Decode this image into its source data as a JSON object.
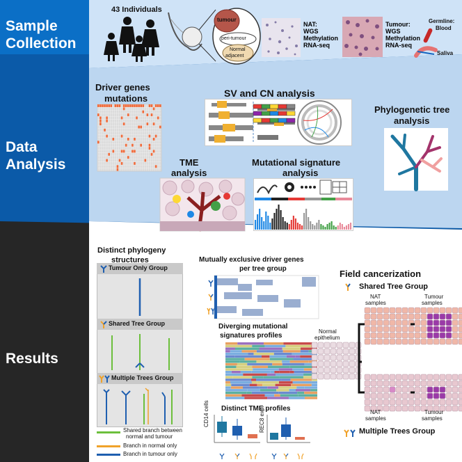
{
  "sections": {
    "sample_collection": {
      "line1": "Sample",
      "line2": "Collection"
    },
    "data_analysis": {
      "line1": "Data",
      "line2": "Analysis"
    },
    "results": {
      "line1": "Results"
    }
  },
  "colors": {
    "sample_bg": "#0b6fc6",
    "analysis_bg": "#0b5aa8",
    "results_bg": "#262626",
    "panel_light": "#b9d4ef",
    "panel_mid": "#cfe0f3",
    "shared_branch": "#6cbf3c",
    "normal_branch": "#f0a22a",
    "tumour_branch": "#1f5fb0"
  },
  "sample": {
    "individuals": "43 Individuals",
    "tumour": "tumour",
    "peri_tumour": "peri-tumour",
    "normal_adjacent_1": "Normal",
    "normal_adjacent_2": "adjacent",
    "nat_list": [
      "NAT:",
      "WGS",
      "Methylation",
      "RNA-seq"
    ],
    "tumour_list": [
      "Tumour:",
      "WGS",
      "Methylation",
      "RNA-seq"
    ],
    "germline_1": "Germline:",
    "germline_2": "Blood",
    "saliva": "Saliva"
  },
  "analysis": {
    "driver_1": "Driver genes",
    "driver_2": "mutations",
    "sv_cn": "SV and CN analysis",
    "phylo_1": "Phylogenetic tree",
    "phylo_2": "analysis",
    "tme_1": "TME",
    "tme_2": "analysis",
    "mutsig_1": "Mutational signature",
    "mutsig_2": "analysis"
  },
  "results": {
    "phylogeny_title_1": "Distinct phylogeny",
    "phylogeny_title_2": "structures",
    "tumour_only_group": "Tumour Only Group",
    "shared_tree_group": "Shared Tree Group",
    "multiple_trees_group": "Multiple Trees Group",
    "legend": [
      {
        "label_1": "Shared branch between",
        "label_2": "normal and tumour",
        "color": "#6cbf3c"
      },
      {
        "label_1": "Branch in normal only",
        "label_2": "",
        "color": "#f0a22a"
      },
      {
        "label_1": "Branch in tumour only",
        "label_2": "",
        "color": "#1f5fb0"
      }
    ],
    "mutex_1": "Mutually exclusive driver genes",
    "mutex_2": "per tree group",
    "diverging_1": "Diverging mutational",
    "diverging_2": "signatures profiles",
    "tme_profiles": "Distinct TME profiles",
    "cd14": "CD14 cells",
    "rec8": "REC8 exp.",
    "field_title": "Field cancerization",
    "field_shared": "Shared Tree Group",
    "nat_samples_1": "NAT",
    "nat_samples_2": "samples",
    "tumour_samples_1": "Tumour",
    "tumour_samples_2": "samples",
    "normal_epi_1": "Normal",
    "normal_epi_2": "epithelium",
    "field_multiple": "Multiple Trees Group"
  }
}
